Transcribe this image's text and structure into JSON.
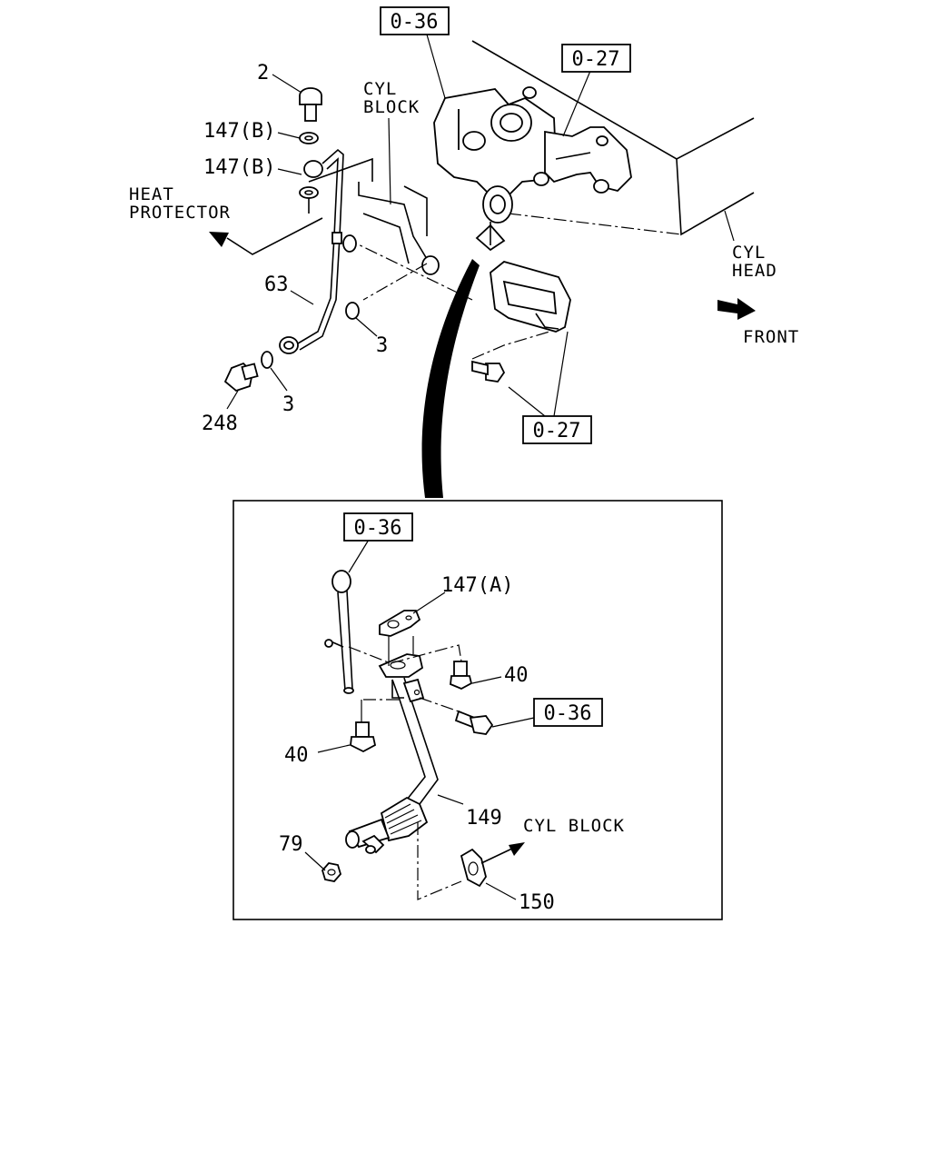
{
  "labels": {
    "ref_0_36_top": "0-36",
    "ref_0_27_top": "0-27",
    "ref_0_27_bottom": "0-27",
    "ref_0_36_detail_top": "0-36",
    "ref_0_36_detail_right": "0-36",
    "cyl_block_top_1": "CYL",
    "cyl_block_top_2": "BLOCK",
    "cyl_head_1": "CYL",
    "cyl_head_2": "HEAD",
    "heat_protector_1": "HEAT",
    "heat_protector_2": "PROTECTOR",
    "front": "FRONT",
    "cyl_block_detail": "CYL BLOCK",
    "part_2": "2",
    "part_147b_1": "147(B)",
    "part_147b_2": "147(B)",
    "part_63": "63",
    "part_3_a": "3",
    "part_3_b": "3",
    "part_248": "248",
    "part_147a": "147(A)",
    "part_40_right": "40",
    "part_40_left": "40",
    "part_149": "149",
    "part_79": "79",
    "part_150": "150"
  },
  "colors": {
    "line": "#000000",
    "background": "#ffffff",
    "shade": "#d6d6d6"
  }
}
